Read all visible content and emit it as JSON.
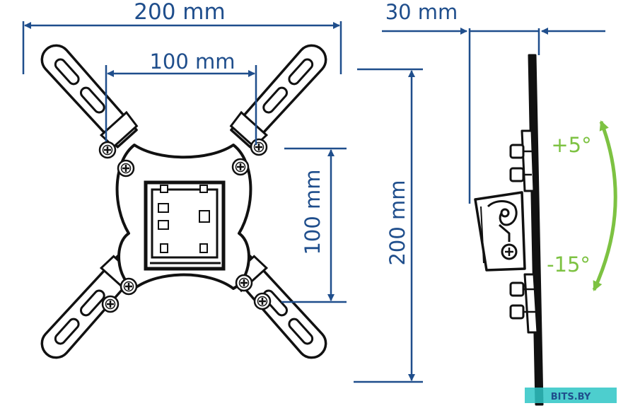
{
  "labels": {
    "width_outer": "200 mm",
    "width_inner": "100 mm",
    "depth": "30 mm",
    "height_inner": "100 mm",
    "height_outer": "200 mm",
    "tilt_up": "+5°",
    "tilt_down": "-15°"
  },
  "watermark": "BITS.BY",
  "colors": {
    "dimension": "#1f4e8c",
    "tilt": "#7dc242",
    "outline": "#111111"
  }
}
